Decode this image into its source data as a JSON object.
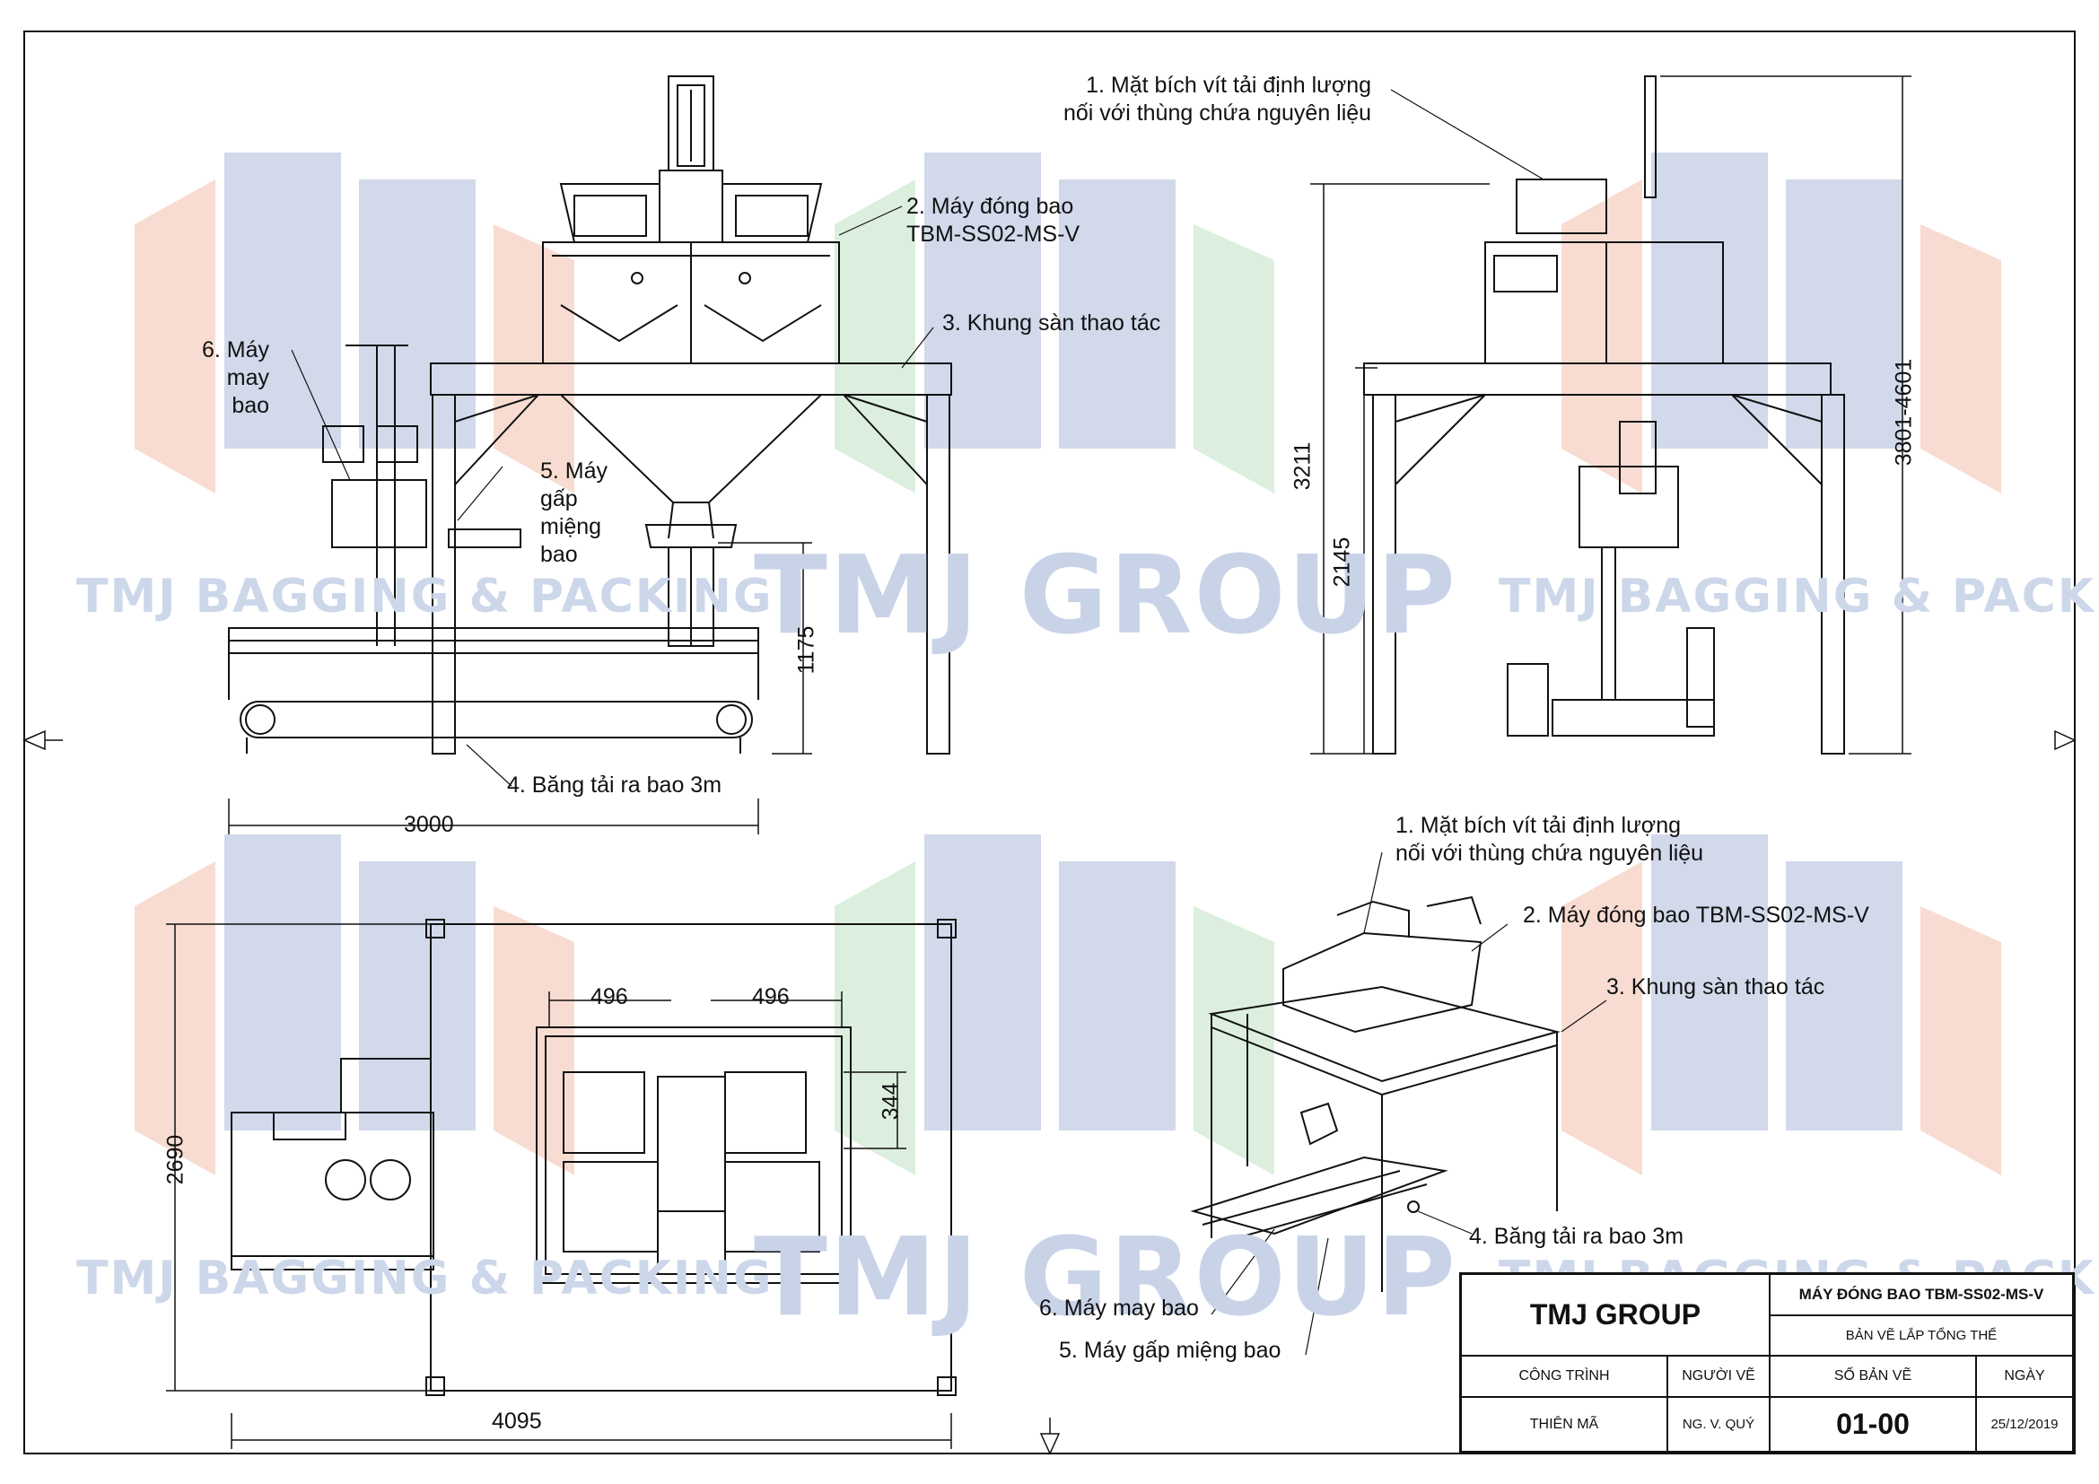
{
  "watermark": {
    "group_text": "TMJ GROUP",
    "bagging_text": "TMJ BAGGING & PACKING",
    "colors": {
      "blue": "#c9d3e8",
      "orange": "#f7d6c9",
      "green": "#d6ecd9"
    }
  },
  "front_view": {
    "labels": {
      "machine": "2. Máy đóng bao\nTBM-SS02-MS-V",
      "frame": "3. Khung sàn thao tác",
      "sewing": "6. Máy\nmay\nbao",
      "folding": "5. Máy\ngấp\nmiệng\nbao",
      "conveyor": "4. Băng tải ra bao 3m"
    },
    "dims": {
      "width": "3000",
      "height": "1175"
    }
  },
  "side_view": {
    "labels": {
      "flange": "1. Mặt bích vít tải định lượng\nnối với thùng chứa nguyên liệu"
    },
    "dims": {
      "total": "3211",
      "platform": "2145",
      "range": "3801-4601"
    }
  },
  "top_view": {
    "dims": {
      "width": "4095",
      "depth": "2690",
      "spacing_left": "496",
      "spacing_right": "496",
      "offset": "344"
    }
  },
  "iso_view": {
    "labels": {
      "flange": "1. Mặt bích vít tải định lượng\nnối với thùng chứa nguyên liệu",
      "machine": "2. Máy đóng bao TBM-SS02-MS-V",
      "frame": "3. Khung sàn thao tác",
      "conveyor": "4. Băng tải ra bao 3m",
      "sewing": "6. Máy may bao",
      "folding": "5. Máy gấp miệng bao"
    }
  },
  "title_block": {
    "company": "TMJ GROUP",
    "product": "MÁY ĐÓNG BAO TBM-SS02-MS-V",
    "drawing_type": "BẢN VẼ LẮP TỔNG THỂ",
    "headers": {
      "project": "CÔNG TRÌNH",
      "drafter": "NGƯỜI VẼ",
      "number": "SỐ BẢN VẼ",
      "date": "NGÀY"
    },
    "values": {
      "project": "THIÊN MÃ",
      "drafter": "NG. V. QUÝ",
      "number": "01-00",
      "date": "25/12/2019"
    }
  }
}
